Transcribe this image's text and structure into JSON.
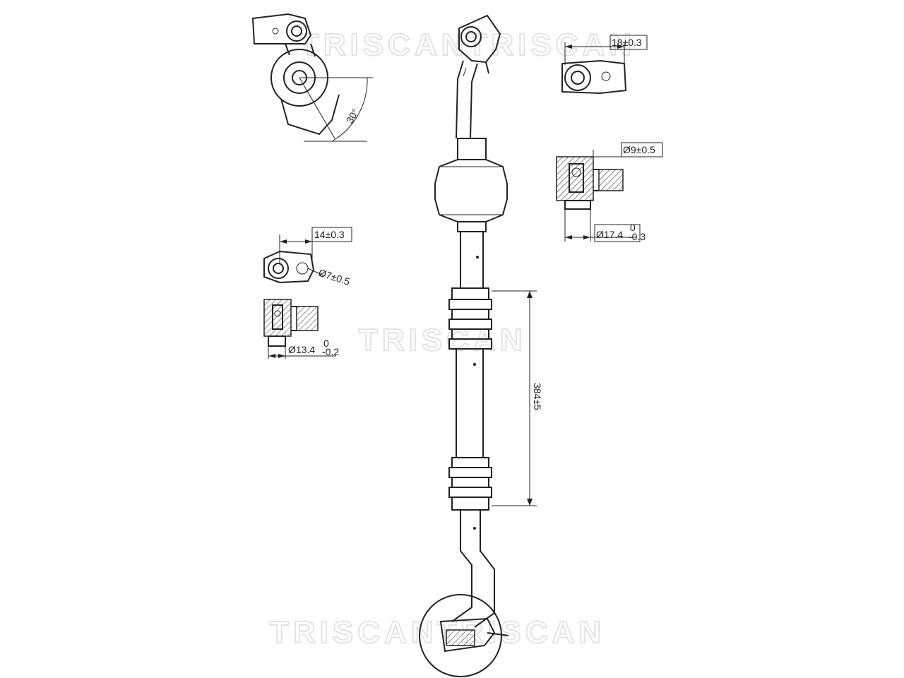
{
  "watermarks": {
    "top": "TRISCANTRISCAN",
    "middle": "TRISCAN",
    "bottom": "TRISCANTRISCAN"
  },
  "dimensions": {
    "width_top_right": "18±0.3",
    "dia_right": "Ø9±0.5",
    "dia_right_lower": "Ø17.4",
    "dia_right_lower_tol_top": "0",
    "dia_right_lower_tol_bottom": "-0.3",
    "width_left": "14±0.3",
    "dia_left": "Ø7±0.5",
    "dia_left_lower": "Ø13.4",
    "dia_left_lower_tol_top": "0",
    "dia_left_lower_tol_bottom": "-0.2",
    "length": "384±5",
    "angle": "30°"
  },
  "colors": {
    "line": "#222222",
    "watermark": "#e3e3e3"
  }
}
